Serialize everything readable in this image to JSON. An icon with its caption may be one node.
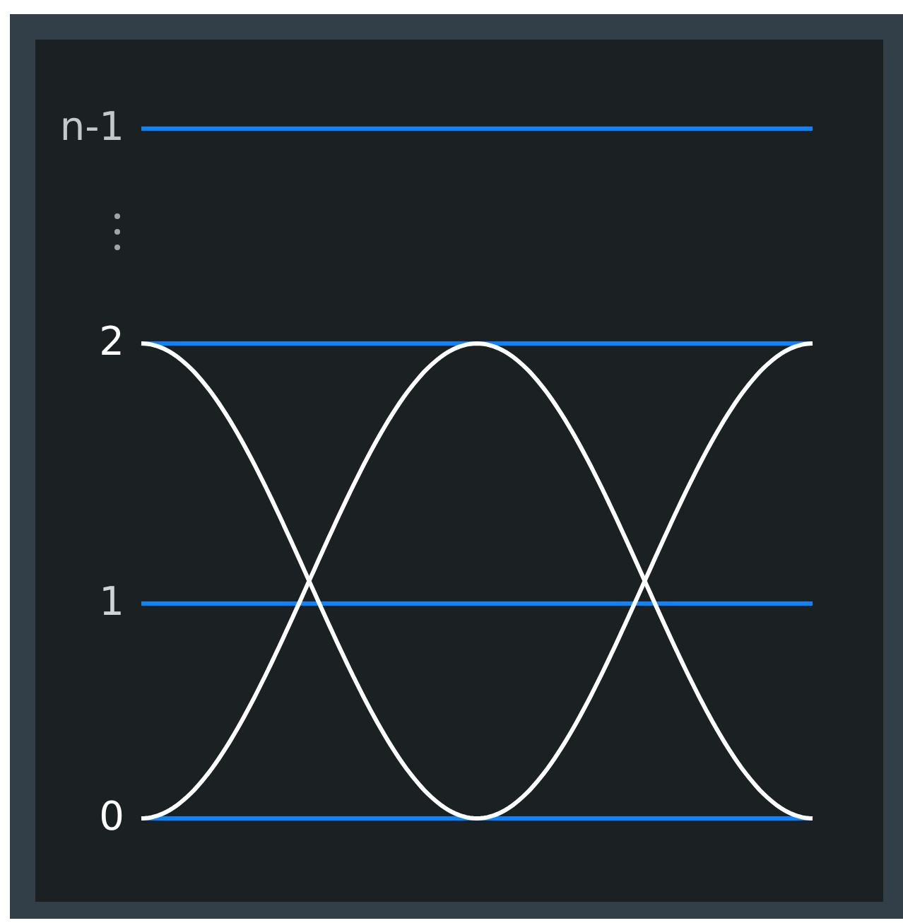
{
  "diagram": {
    "labels": [
      "n-1",
      "2",
      "1",
      "0"
    ]
  }
}
